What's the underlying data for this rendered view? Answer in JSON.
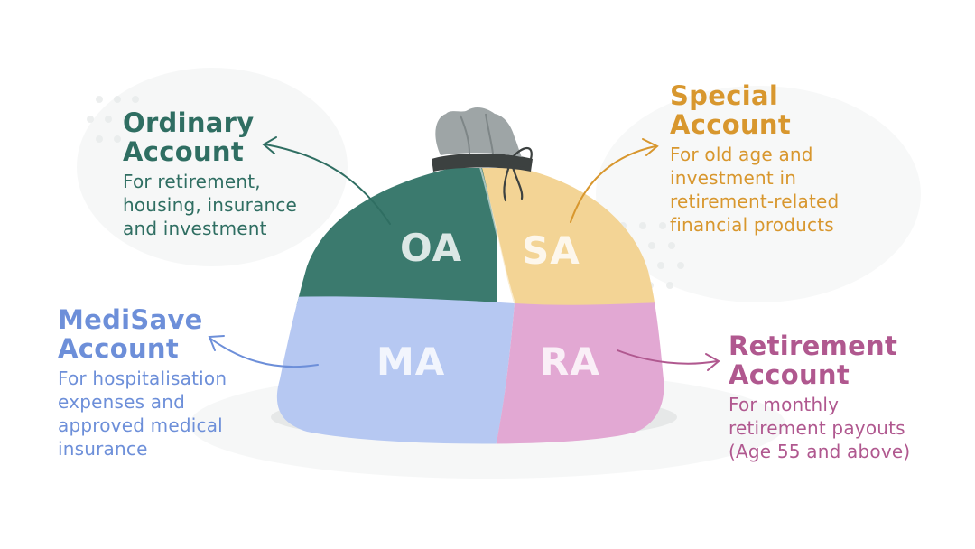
{
  "colors": {
    "oa": "#2f6e62",
    "sa": "#d8972e",
    "ma": "#6d8fd9",
    "ra": "#b0588f",
    "oa_fill": "#3b7a6e",
    "sa_fill": "#f3d495",
    "ma_fill": "#b6c8f2",
    "ra_fill": "#e2a8d3",
    "knot": "#9ea5a6"
  },
  "segments": {
    "oa": "OA",
    "sa": "SA",
    "ma": "MA",
    "ra": "RA"
  },
  "accounts": {
    "oa": {
      "title_line1": "Ordinary",
      "title_line2": "Account",
      "desc": [
        "For retirement,",
        "housing, insurance",
        "and investment"
      ]
    },
    "sa": {
      "title_line1": "Special",
      "title_line2": "Account",
      "desc": [
        "For old age and",
        "investment in",
        "retirement-related",
        "financial products"
      ]
    },
    "ma": {
      "title_line1": "MediSave",
      "title_line2": "Account",
      "desc": [
        "For hospitalisation",
        "expenses and",
        "approved medical",
        "insurance"
      ]
    },
    "ra": {
      "title_line1": "Retirement",
      "title_line2": "Account",
      "desc": [
        "For monthly",
        "retirement payouts",
        "(Age 55 and above)"
      ]
    }
  }
}
